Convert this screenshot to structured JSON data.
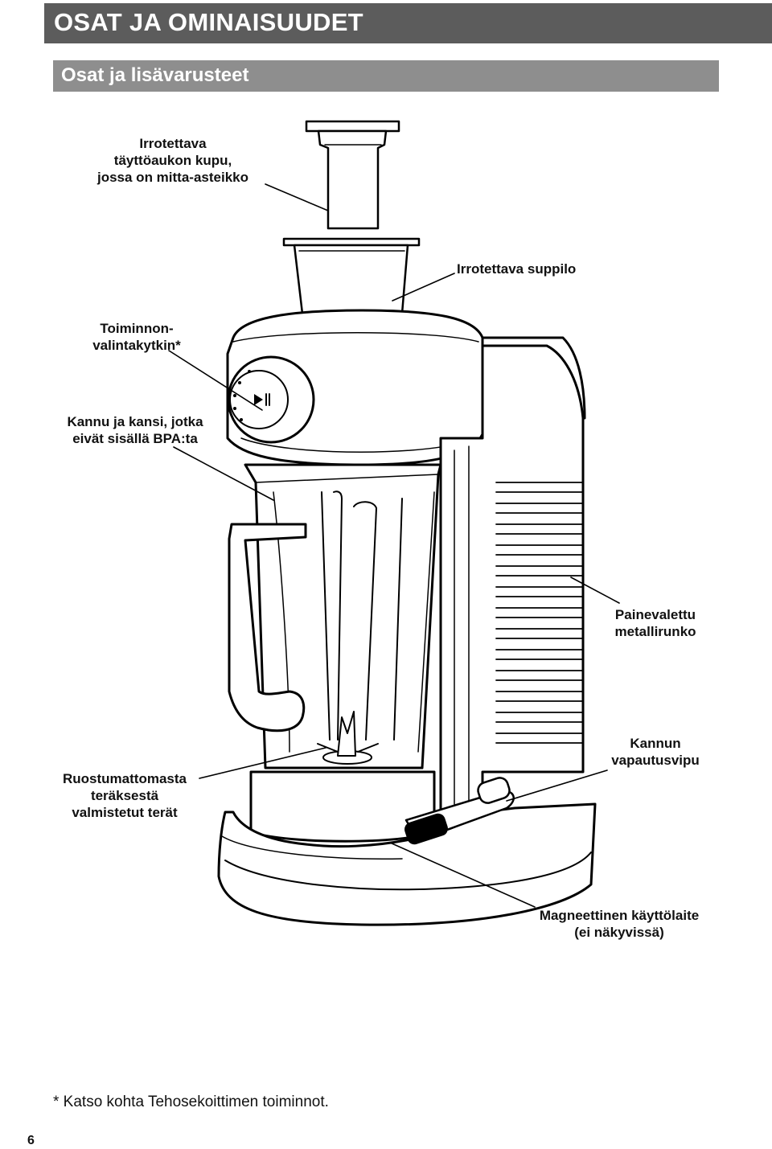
{
  "header": {
    "title": "OSAT JA OMINAISUUDET",
    "subtitle": "Osat ja lisävarusteet"
  },
  "callouts": {
    "measuring_cup": "Irrotettava\ntäyttöaukon kupu,\njossa on mitta-asteikko",
    "funnel": "Irrotettava suppilo",
    "dial": "Toiminnon-\nvalintakytkin*",
    "jar": "Kannu ja kansi, jotka\neivät sisällä BPA:ta",
    "body": "Painevalettu\nmetallirunko",
    "jar_release": "Kannun\nvapautusvipu",
    "blades": "Ruostumattomasta\nteräksestä\nvalmistetut terät",
    "drive": "Magneettinen käyttölaite\n(ei näkyvissä)"
  },
  "footnote": "* Katso kohta Tehosekoittimen toiminnot.",
  "page_number": "6",
  "colors": {
    "header_bg": "#5c5c5c",
    "subheader_bg": "#8e8e8e",
    "text": "#111111",
    "line_art": "#000000"
  }
}
